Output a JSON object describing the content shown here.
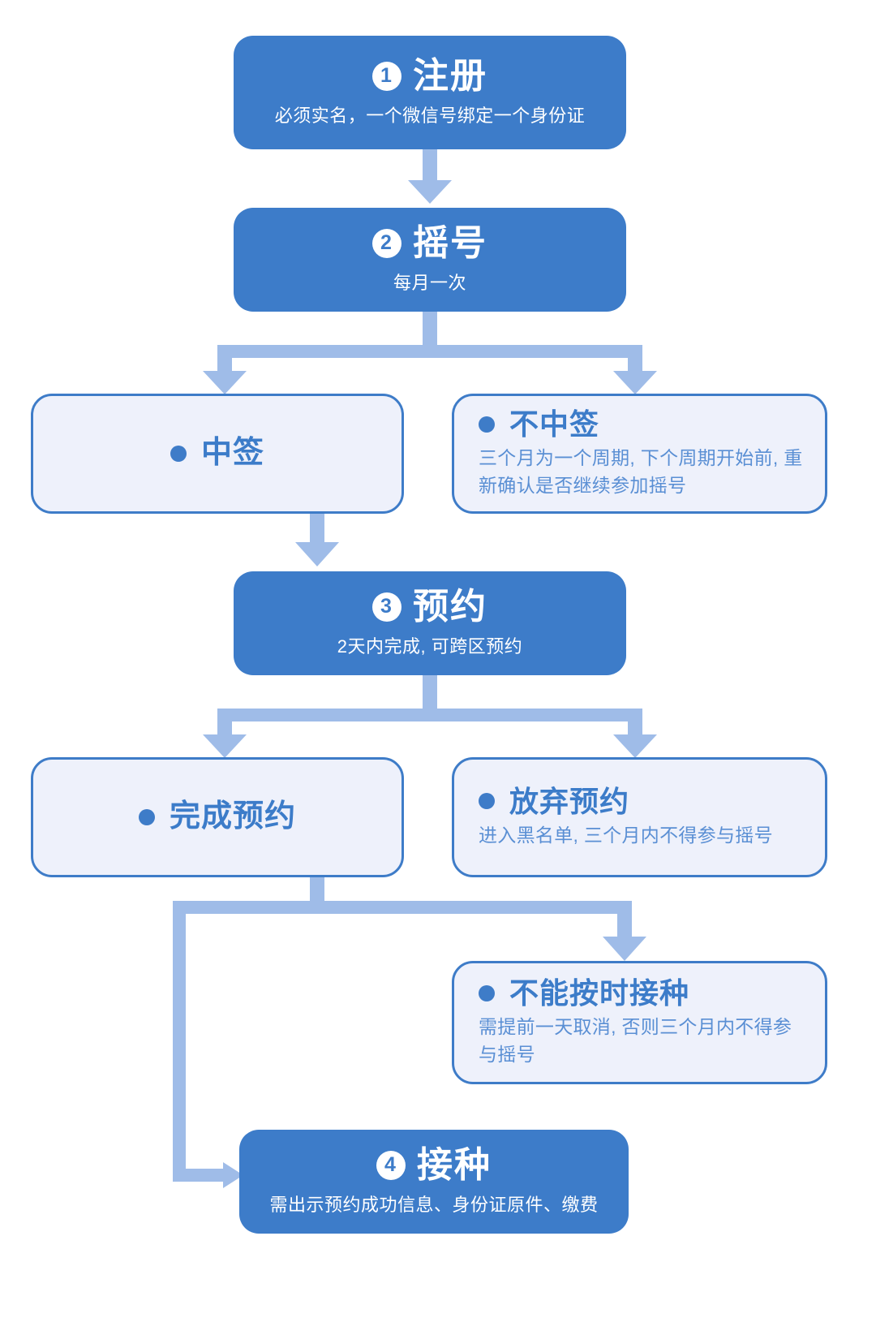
{
  "diagram": {
    "title_semantic": "vaccination-appointment-flowchart",
    "colors": {
      "primary_fill": "#3D7CC9",
      "light_fill": "#EEF1FB",
      "light_border": "#3E7CC8",
      "arrow": "#9FBCE8",
      "title_text": "#3C7CC9",
      "body_text": "#5A8FD4",
      "on_primary_text": "#FFFFFF"
    },
    "steps": [
      {
        "id": "register",
        "badge": "1",
        "title": "注册",
        "subtitle": "必须实名，一个微信号绑定一个身份证"
      },
      {
        "id": "lottery",
        "badge": "2",
        "title": "摇号",
        "subtitle": "每月一次"
      },
      {
        "id": "appointment",
        "badge": "3",
        "title": "预约",
        "subtitle": "2天内完成, 可跨区预约"
      },
      {
        "id": "vaccination",
        "badge": "4",
        "title": "接种",
        "subtitle": "需出示预约成功信息、身份证原件、缴费"
      }
    ],
    "outcomes": [
      {
        "id": "won",
        "title": "中签",
        "desc": ""
      },
      {
        "id": "not-won",
        "title": "不中签",
        "desc": "三个月为一个周期, 下个周期开始前, 重新确认是否继续参加摇号"
      },
      {
        "id": "appointment-done",
        "title": "完成预约",
        "desc": ""
      },
      {
        "id": "appointment-abandoned",
        "title": "放弃预约",
        "desc": "进入黑名单, 三个月内不得参与摇号"
      },
      {
        "id": "cannot-attend",
        "title": "不能按时接种",
        "desc": "需提前一天取消, 否则三个月内不得参与摇号"
      }
    ]
  }
}
